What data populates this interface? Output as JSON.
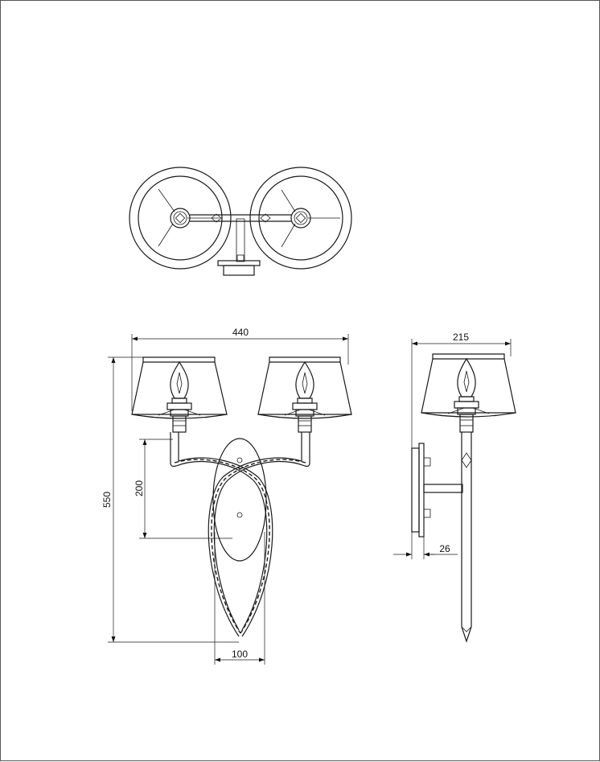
{
  "dimensions": {
    "total_width": "440",
    "depth": "215",
    "total_height": "550",
    "arm_height": "200",
    "backplate_width": "100",
    "backplate_offset": "26"
  }
}
